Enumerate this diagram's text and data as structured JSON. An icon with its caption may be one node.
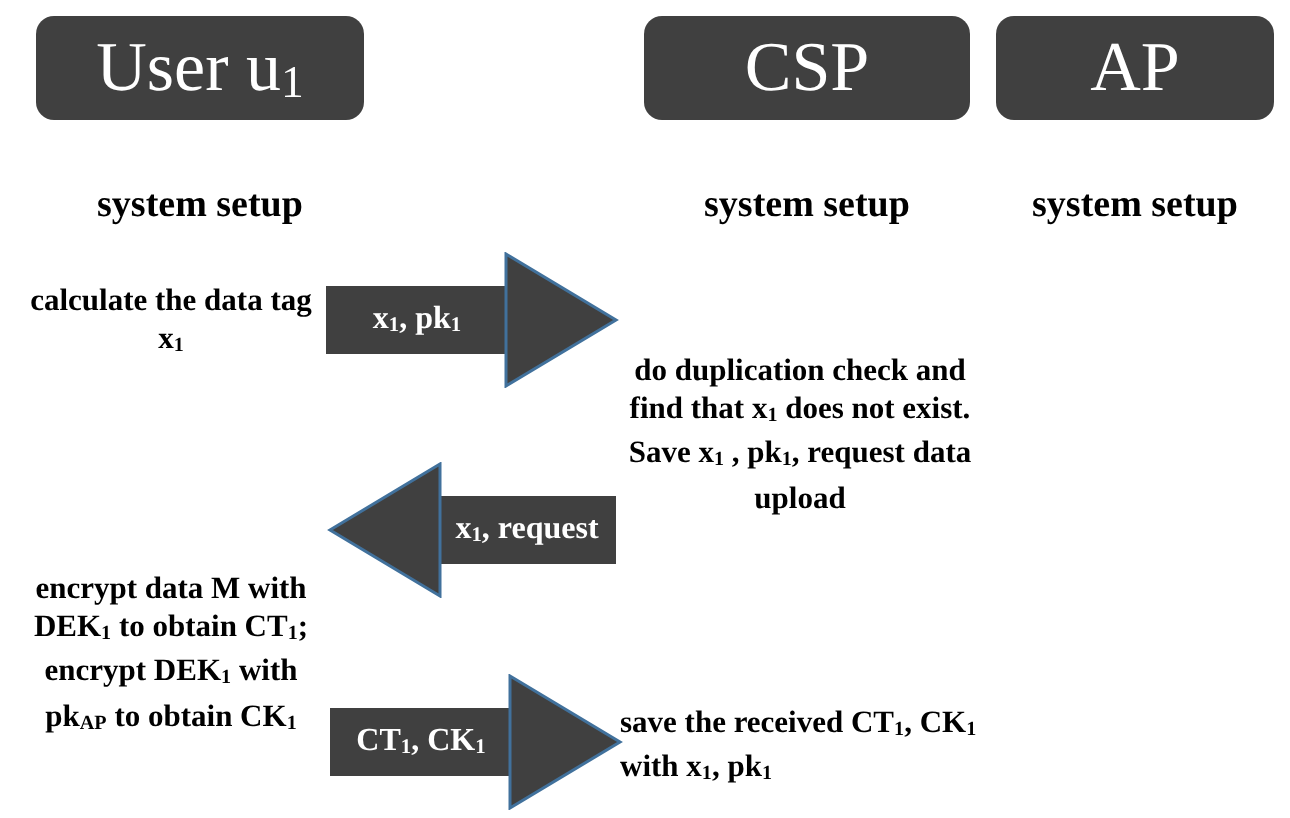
{
  "diagram": {
    "nodes": [
      {
        "text": [
          "User u$_{1}$"
        ]
      },
      {
        "text": [
          "CSP"
        ]
      },
      {
        "text": [
          "AP"
        ]
      },
      {
        "text": [
          "calculate the data tag x$_{1}$"
        ]
      },
      {
        "text": [
          "do duplication check and find that x$_{1}$ does not exist. Save x$_{1}$ , pk$_{1}$, request data upload"
        ]
      },
      {
        "text": [
          "encrypt data M with DEK$_{1}$ to obtain CT$_{1}$; encrypt DEK$_{1}$ with pk$_{AP}$ to obtain CK$_{1}$"
        ]
      },
      {
        "text": [
          "save the received CT$_{1}$, CK$_{1}$ with x$_{1}$, pk$_{1}$"
        ]
      }
    ],
    "edges": [
      {
        "from": 3,
        "to": 4,
        "arrow": "to",
        "label": "x$_{1}$, pk$_{1}$"
      },
      {
        "from": 4,
        "to": 5,
        "arrow": "to",
        "label": "x$_{1}$, request"
      },
      {
        "from": 5,
        "to": 6,
        "arrow": "to",
        "label": "CT$_{1}$, CK$_{1}$"
      }
    ],
    "labels": [
      "system setup",
      "system setup",
      "system setup"
    ]
  }
}
